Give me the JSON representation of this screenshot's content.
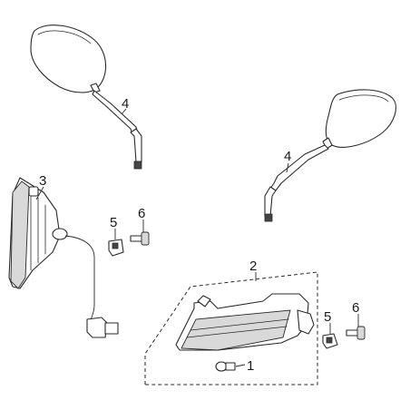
{
  "callouts": {
    "bulb": "1",
    "front_turn_signal_assembly": "2",
    "rear_turn_signal": "3",
    "mirror_left": "4",
    "mirror_right": "4",
    "nut_left": "5",
    "screw_left": "6",
    "nut_right": "5",
    "screw_right": "6"
  }
}
